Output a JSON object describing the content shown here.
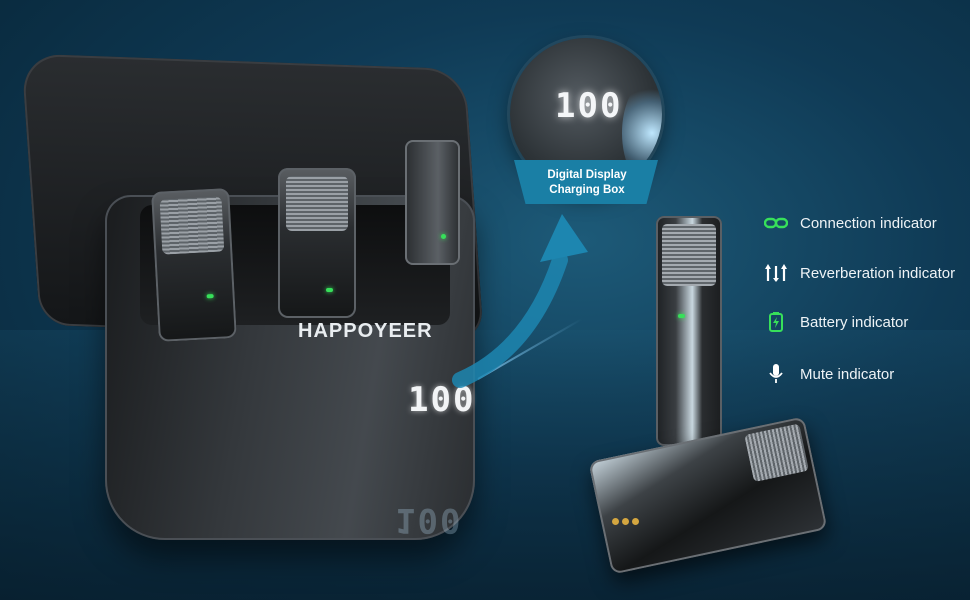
{
  "product": {
    "brand": "HAPPOYEER",
    "case_display_value": "100",
    "reflection_value": "100"
  },
  "callout": {
    "display_value": "100",
    "label_line1": "Digital Display",
    "label_line2": "Charging Box"
  },
  "indicators": [
    {
      "icon": "link-icon",
      "label": "Connection indicator",
      "color": "#37e05a"
    },
    {
      "icon": "reverb-icon",
      "label": "Reverberation indicator",
      "color": "#ffffff"
    },
    {
      "icon": "battery-icon",
      "label": "Battery indicator",
      "color": "#37e05a"
    },
    {
      "icon": "mic-icon",
      "label": "Mute indicator",
      "color": "#ffffff"
    }
  ],
  "colors": {
    "accent": "#1a7fa5",
    "indicator_green": "#37e05a"
  }
}
